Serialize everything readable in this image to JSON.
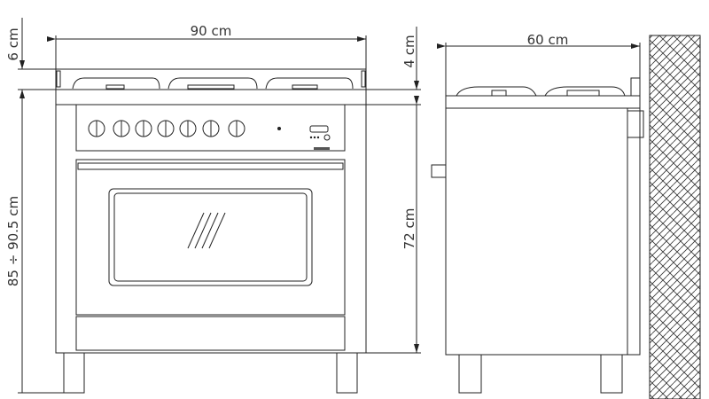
{
  "front_view": {
    "width_label": "90 cm",
    "hob_height_label": "6 cm",
    "total_height_label": "85 ÷ 90.5 cm",
    "worktop_offset_label": "4 cm",
    "body_height_label": "72 cm",
    "knob_count": 7
  },
  "side_view": {
    "depth_label": "60 cm"
  },
  "colors": {
    "line": "#222222",
    "background": "#ffffff"
  }
}
